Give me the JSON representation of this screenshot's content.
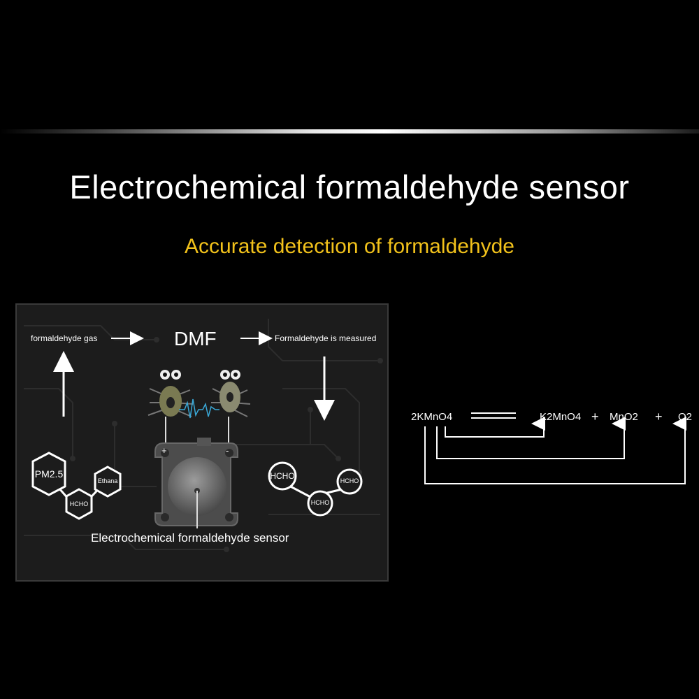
{
  "header": {
    "title": "Electrochemical formaldehyde sensor",
    "subtitle": "Accurate detection of formaldehyde"
  },
  "diagram": {
    "input_label": "formaldehyde gas",
    "center_label": "DMF",
    "output_label": "Formaldehyde is measured",
    "sensor_caption": "Electrochemical formaldehyde sensor",
    "left_molecules": [
      "PM2.5",
      "HCHO",
      "Ethana"
    ],
    "right_molecules": [
      "HCHO",
      "HCHO",
      "HCHO"
    ],
    "terminal_plus": "+",
    "terminal_minus": "-"
  },
  "reaction": {
    "reactant": "2KMnO4",
    "products": [
      "K2MnO4",
      "MnO2",
      "O2"
    ],
    "plus": "+"
  },
  "colors": {
    "accent": "#f2c21b",
    "text": "#ffffff",
    "background": "#000000",
    "signal_wave": "#3aa9d8"
  }
}
